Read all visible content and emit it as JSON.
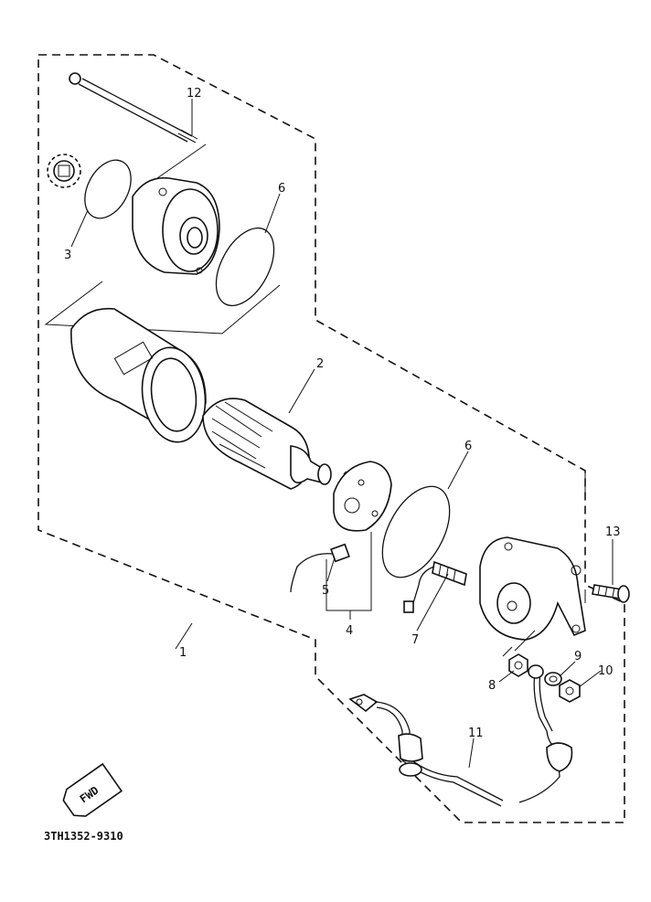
{
  "diagram": {
    "document_code": "3TH1352-9310",
    "direction_badge": "FWD",
    "callouts": [
      {
        "id": "c1",
        "label": "1"
      },
      {
        "id": "c2",
        "label": "2"
      },
      {
        "id": "c3",
        "label": "3"
      },
      {
        "id": "c4",
        "label": "4"
      },
      {
        "id": "c5",
        "label": "5"
      },
      {
        "id": "c6a",
        "label": "6"
      },
      {
        "id": "c6b",
        "label": "6"
      },
      {
        "id": "c7",
        "label": "7"
      },
      {
        "id": "c8",
        "label": "8"
      },
      {
        "id": "c9",
        "label": "9"
      },
      {
        "id": "c10",
        "label": "10"
      },
      {
        "id": "c11",
        "label": "11"
      },
      {
        "id": "c12",
        "label": "12"
      },
      {
        "id": "c13",
        "label": "13"
      }
    ]
  }
}
